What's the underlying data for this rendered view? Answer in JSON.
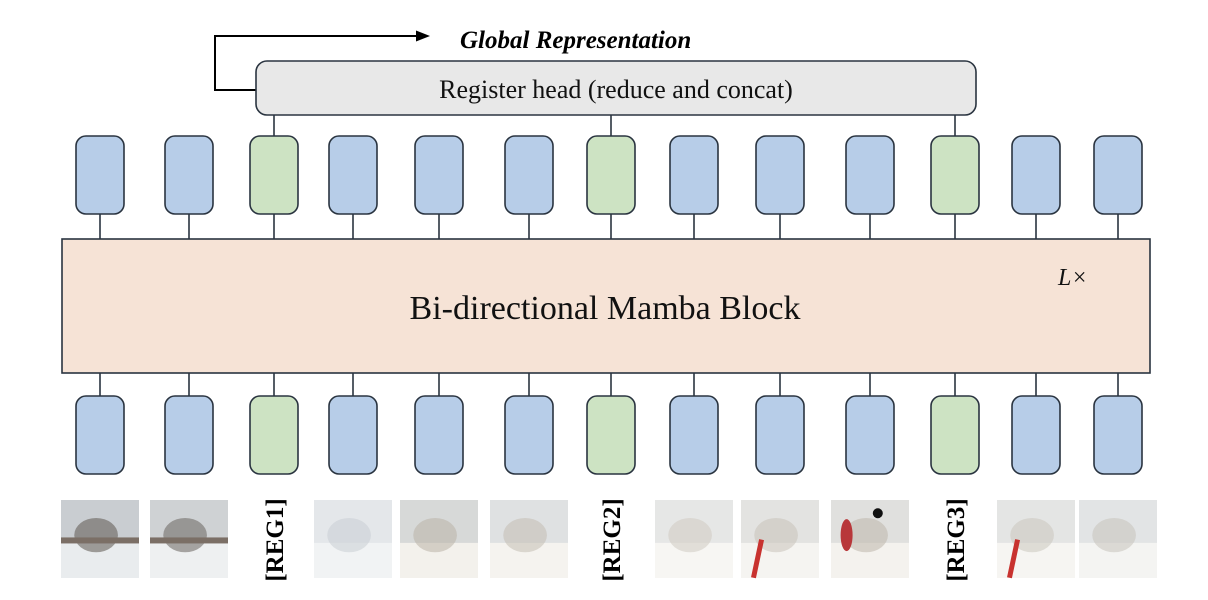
{
  "header": {
    "global_label": "Global Representation"
  },
  "register_head": {
    "label": "Register head (reduce and concat)"
  },
  "block": {
    "label": "Bi-directional Mamba Block",
    "repeat_label": "L×"
  },
  "tokens": [
    {
      "kind": "patch",
      "image": "snowy-park-patch"
    },
    {
      "kind": "patch",
      "image": "snowy-trees-patch"
    },
    {
      "kind": "register",
      "label": "[REG1]"
    },
    {
      "kind": "patch",
      "image": "snow-ground-patch"
    },
    {
      "kind": "patch",
      "image": "white-dog-face-patch"
    },
    {
      "kind": "patch",
      "image": "white-dog-ear-patch"
    },
    {
      "kind": "register",
      "label": "[REG2]"
    },
    {
      "kind": "patch",
      "image": "white-fur-patch"
    },
    {
      "kind": "patch",
      "image": "fur-red-leash-patch"
    },
    {
      "kind": "patch",
      "image": "dog-mouth-patch"
    },
    {
      "kind": "register",
      "label": "[REG3]"
    },
    {
      "kind": "patch",
      "image": "fur-red-leash-patch-2"
    },
    {
      "kind": "patch",
      "image": "dog-paw-snow-patch"
    }
  ],
  "colors": {
    "patch_token_fill": "#b7cde8",
    "register_token_fill": "#cde3c3",
    "token_stroke": "#2a3440",
    "block_fill": "#f6e3d6",
    "register_head_fill": "#e8e8e8"
  }
}
